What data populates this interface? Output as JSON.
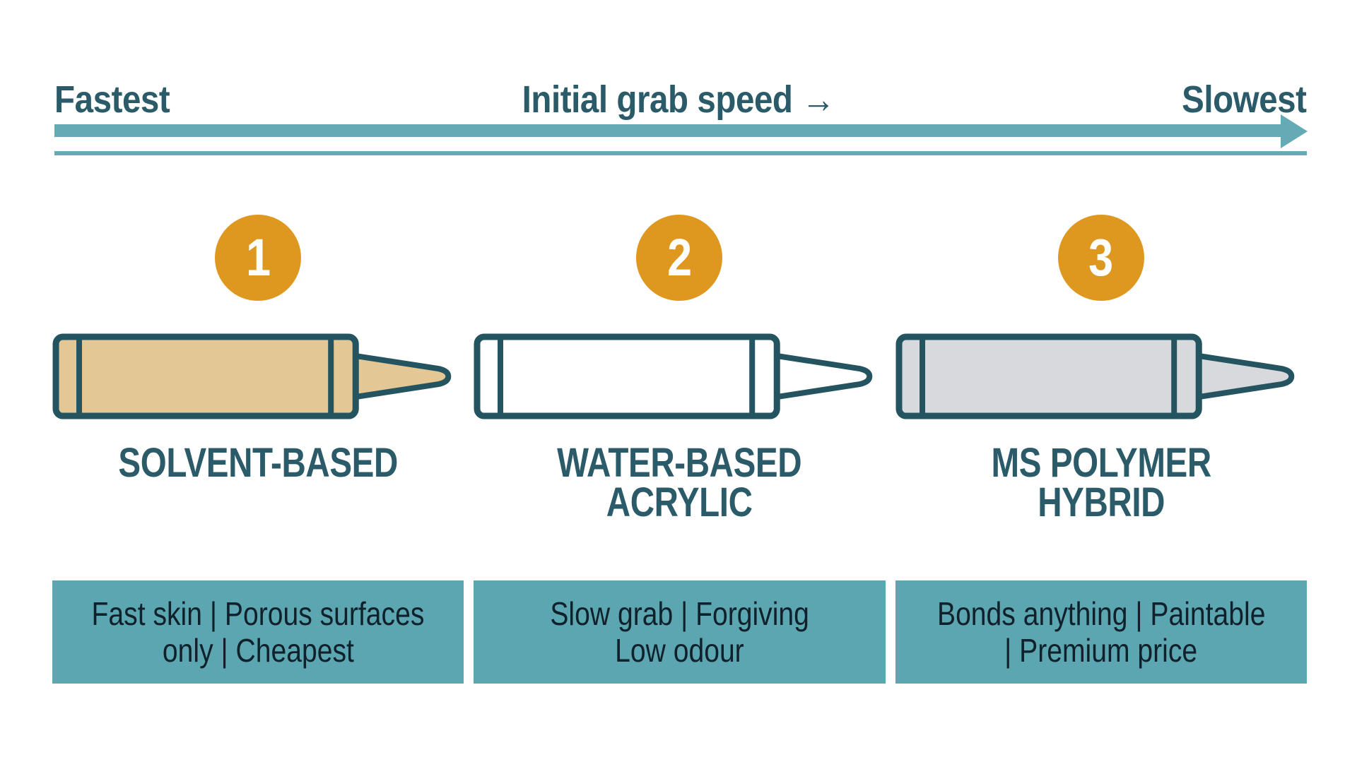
{
  "colors": {
    "ink": "#2B5B69",
    "arrow": "#65AAB4",
    "box": "#5CA6B1",
    "box-text": "#10212B",
    "outline": "#24545F",
    "orange": "#DE981F",
    "cart-tan": "#E3C795",
    "cart-white": "#FFFFFF",
    "cart-gray": "#D7D9DD"
  },
  "header": {
    "left": "Fastest",
    "center": "Initial grab speed →",
    "right": "Slowest"
  },
  "arrow": {
    "direction": "left-to-right"
  },
  "columns": [
    {
      "number": "1",
      "label_line1": "SOLVENT-BASED",
      "label_line2": "",
      "cartridge_color_key": "cart-tan",
      "desc_line1": "Fast skin | Porous surfaces",
      "desc_line2": "only | Cheapest"
    },
    {
      "number": "2",
      "label_line1": "WATER-BASED",
      "label_line2": "ACRYLIC",
      "cartridge_color_key": "cart-white",
      "desc_line1": "Slow grab | Forgiving",
      "desc_line2": "Low odour"
    },
    {
      "number": "3",
      "label_line1": "MS POLYMER",
      "label_line2": "HYBRID",
      "cartridge_color_key": "cart-gray",
      "desc_line1": "Bonds anything | Paintable",
      "desc_line2": "| Premium price"
    }
  ]
}
